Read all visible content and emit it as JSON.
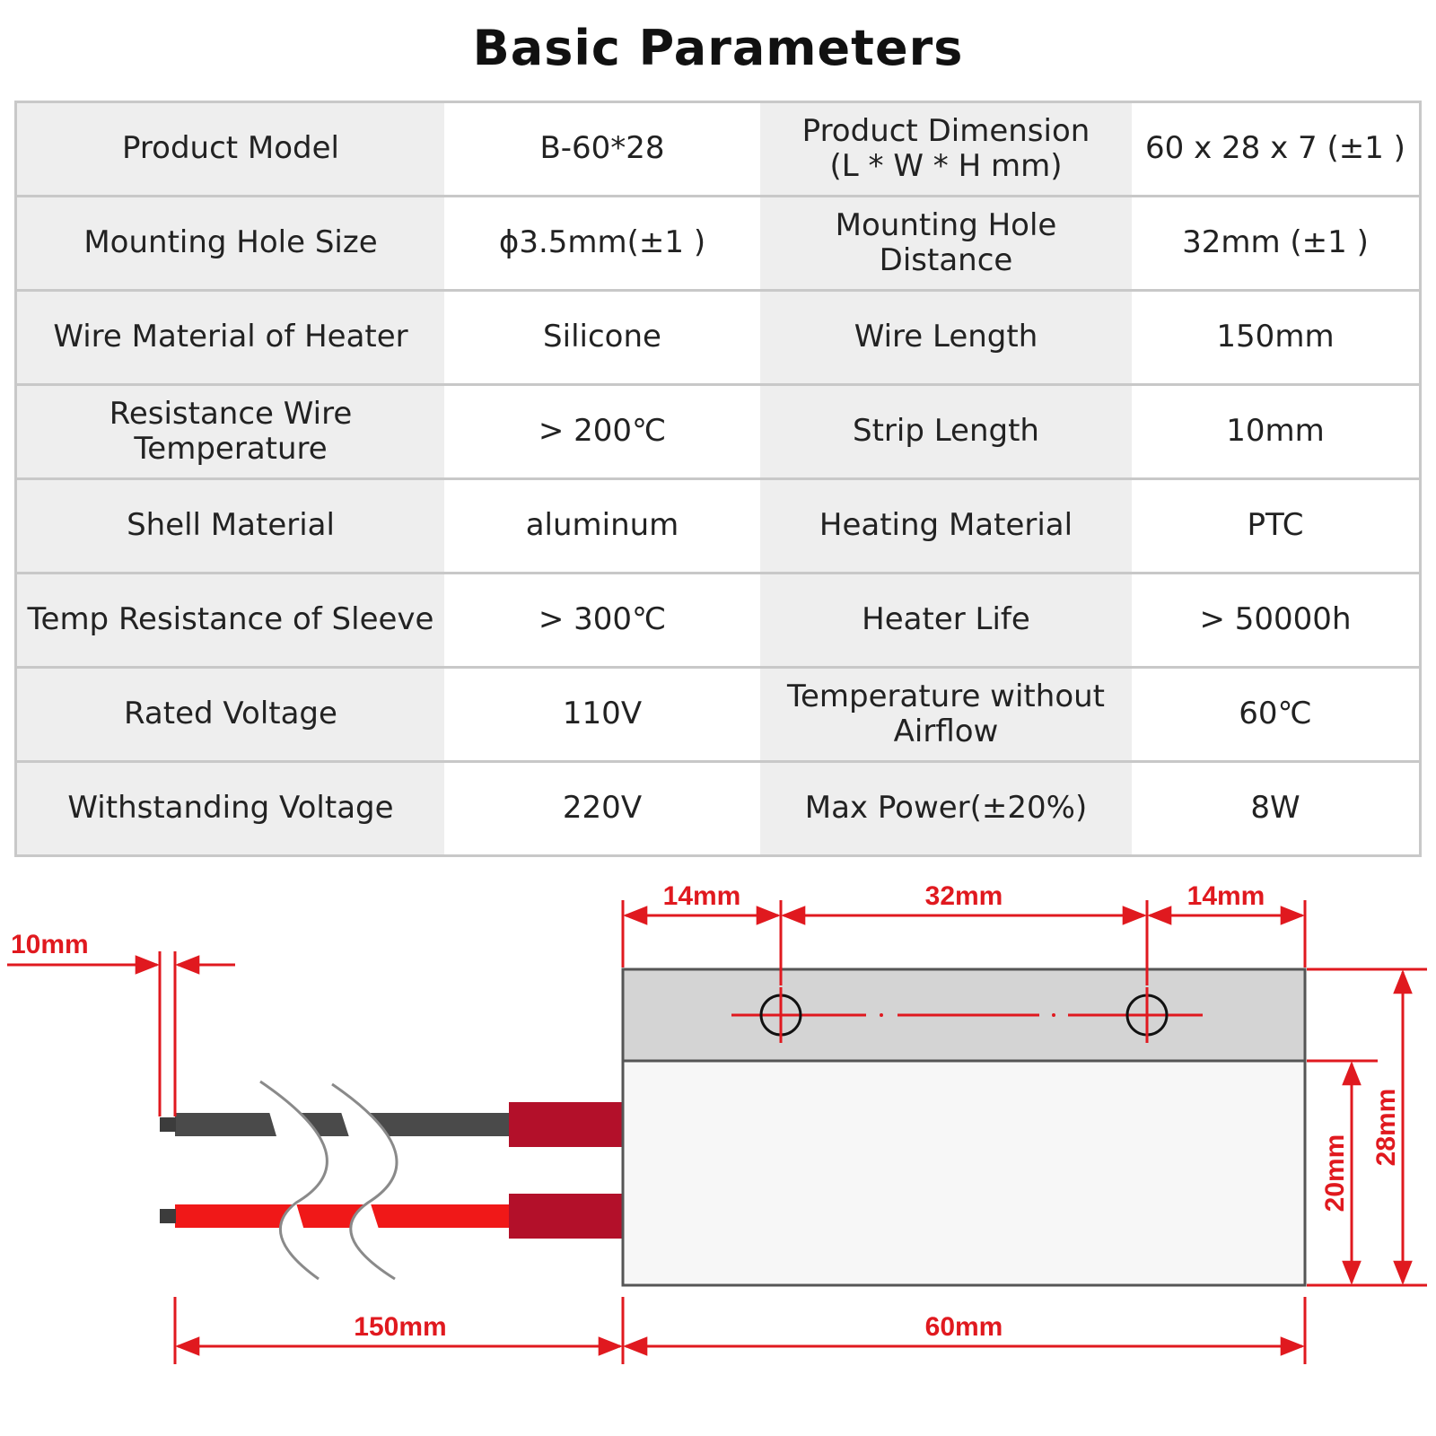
{
  "title": "Basic Parameters",
  "table": {
    "rows": [
      [
        {
          "text": "Product Model"
        },
        {
          "text": "B-60*28"
        },
        {
          "text": "Product Dimension\n(L * W * H mm)"
        },
        {
          "text": "60 x 28 x 7 (±1 )"
        }
      ],
      [
        {
          "text": "Mounting Hole Size"
        },
        {
          "text": "ϕ3.5mm(±1 )"
        },
        {
          "text": "Mounting Hole Distance"
        },
        {
          "text": "32mm (±1 )"
        }
      ],
      [
        {
          "text": "Wire Material of Heater"
        },
        {
          "text": "Silicone"
        },
        {
          "text": "Wire Length"
        },
        {
          "text": "150mm"
        }
      ],
      [
        {
          "text": "Resistance Wire\nTemperature"
        },
        {
          "text": "> 200℃"
        },
        {
          "text": "Strip Length"
        },
        {
          "text": "10mm"
        }
      ],
      [
        {
          "text": "Shell Material"
        },
        {
          "text": "aluminum"
        },
        {
          "text": "Heating Material"
        },
        {
          "text": "PTC"
        }
      ],
      [
        {
          "text": "Temp Resistance of Sleeve"
        },
        {
          "text": "> 300℃"
        },
        {
          "text": "Heater Life"
        },
        {
          "text": "> 50000h"
        }
      ],
      [
        {
          "text": "Rated  Voltage"
        },
        {
          "text": "110V"
        },
        {
          "text": "Temperature without\nAirflow"
        },
        {
          "text": "60℃"
        }
      ],
      [
        {
          "text": "Withstanding Voltage"
        },
        {
          "text": "220V"
        },
        {
          "text": "Max Power(±20%)"
        },
        {
          "text": "8W"
        }
      ]
    ]
  },
  "diagram": {
    "dims": {
      "strip": "10mm",
      "hole_left": "14mm",
      "hole_distance": "32mm",
      "hole_right": "14mm",
      "wire_length": "150mm",
      "length": "60mm",
      "body_width": "20mm",
      "total_width": "28mm"
    },
    "colors": {
      "dimension": "#e0191f",
      "wire_black": "#4a4a4a",
      "wire_red": "#f01818",
      "sleeve": "#b3102a",
      "flange": "#d4d4d4",
      "body": "#f7f7f7"
    }
  }
}
